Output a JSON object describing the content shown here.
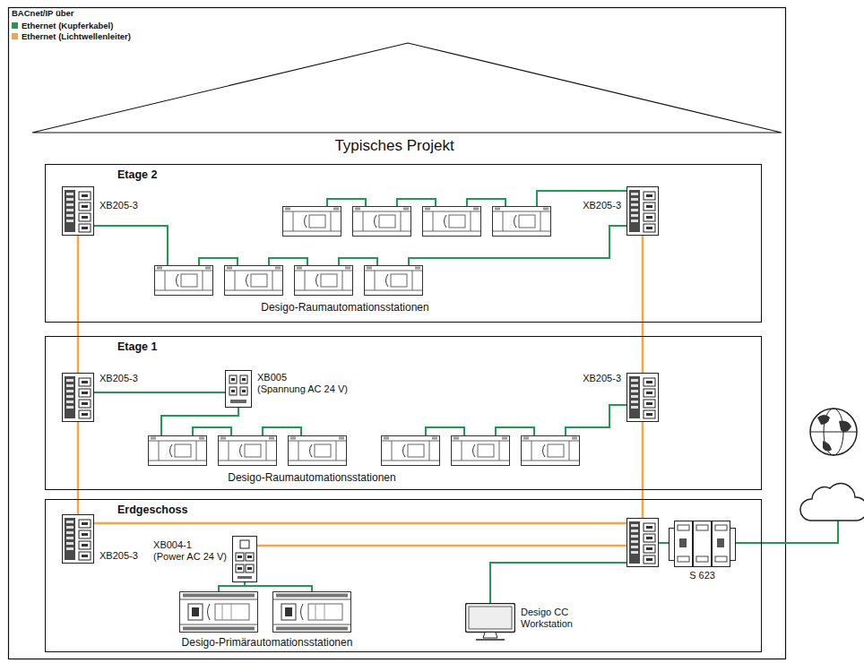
{
  "diagram": {
    "title": "Typisches Projekt",
    "nodes": [
      {
        "text": [
          "Etage 2"
        ]
      },
      {
        "text": [
          "XB205-3"
        ],
        "in": 0
      },
      {
        "text": [
          "XB205-3"
        ],
        "in": 0
      },
      {
        "text": [
          "Etage 1"
        ]
      },
      {
        "text": [
          "XB205-3"
        ],
        "in": 3
      },
      {
        "text": [
          "XB005",
          "(Spannung AC 24 V)"
        ],
        "in": 3
      },
      {
        "text": [
          "XB205-3"
        ],
        "in": 3
      },
      {
        "text": [
          "Erdgeschoss"
        ]
      },
      {
        "text": [
          "XB205-3"
        ],
        "in": 7
      },
      {
        "text": [
          "XB004-1",
          "(Power AC 24 V)"
        ],
        "in": 7
      },
      {
        "text": [
          "S 623"
        ],
        "in": 7
      },
      {
        "text": [
          "Desigo CC Workstation"
        ],
        "in": 7
      }
    ],
    "edges": [
      {
        "from": 1,
        "to": 4,
        "arrow": "none"
      },
      {
        "from": 4,
        "to": 8,
        "arrow": "none"
      },
      {
        "from": 2,
        "to": 6,
        "arrow": "none"
      },
      {
        "from": 4,
        "to": 5,
        "arrow": "none"
      }
    ],
    "labels": [
      "BACnet/IP über",
      "Desigo-Raumautomationsstationen",
      "Desigo-Raumautomationsstationen",
      "Desigo-Primärautomationsstationen"
    ],
    "legend": [
      {
        "text": "Ethernet (Kupferkabel)",
        "color": "#1e9b50"
      },
      {
        "text": "Ethernet (Lichtwellenleiter)",
        "color": "#f7a541"
      }
    ]
  }
}
